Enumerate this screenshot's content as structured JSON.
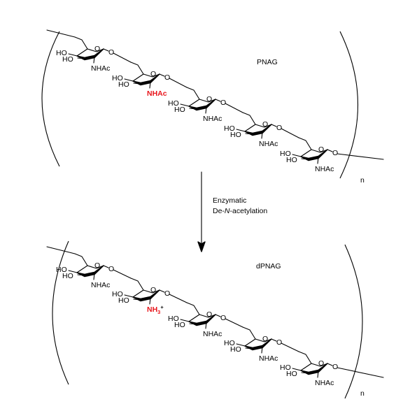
{
  "top": {
    "name": "PNAG",
    "subscript": "n",
    "highlight": "NHAc"
  },
  "bottom": {
    "name": "dPNAG",
    "subscript": "n",
    "highlight": "NH",
    "highlight_sub": "3",
    "highlight_sup": "+"
  },
  "labels": {
    "ho": "HO",
    "nhac": "NHAc"
  },
  "arrow": {
    "line1": "Enzymatic",
    "line2_pre": "De-",
    "line2_italic": "N",
    "line2_post": "-acetylation"
  },
  "colors": {
    "highlight": "#e8161c",
    "ink": "#000000"
  }
}
